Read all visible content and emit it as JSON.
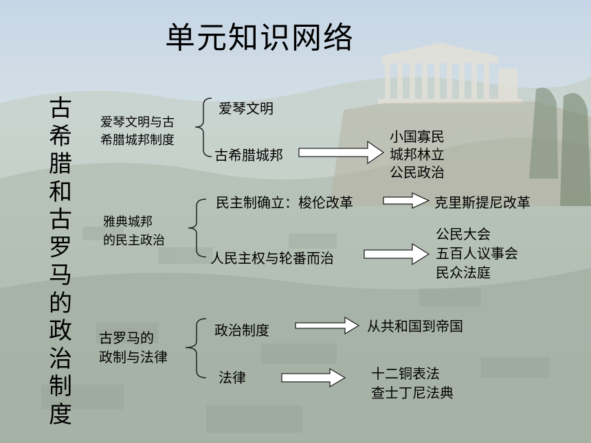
{
  "title": "单元知识网络",
  "side_title": [
    "古",
    "希",
    "腊",
    "和",
    "古",
    "罗",
    "马",
    "的",
    "政",
    "治",
    "制",
    "度"
  ],
  "groups": [
    {
      "label": [
        "爱琴文明与古",
        "希腊城邦制度"
      ],
      "items": [
        {
          "text": "爱琴文明",
          "result": []
        },
        {
          "text": "古希腊城邦",
          "result": [
            "小国寡民",
            "城邦林立",
            "公民政治"
          ]
        }
      ]
    },
    {
      "label": [
        "雅典城邦",
        "的民主政治"
      ],
      "items": [
        {
          "text": "民主制确立：梭伦改革",
          "result": [
            "克里斯提尼改革"
          ]
        },
        {
          "text": "人民主权与轮番而治",
          "result": [
            "公民大会",
            "五百人议事会",
            "民众法庭"
          ]
        }
      ]
    },
    {
      "label": [
        "古罗马的",
        "政制与法律"
      ],
      "items": [
        {
          "text": "政治制度",
          "result": [
            "从共和国到帝国"
          ]
        },
        {
          "text": "法律",
          "result": [
            "十二铜表法",
            "查士丁尼法典"
          ]
        }
      ]
    }
  ]
}
